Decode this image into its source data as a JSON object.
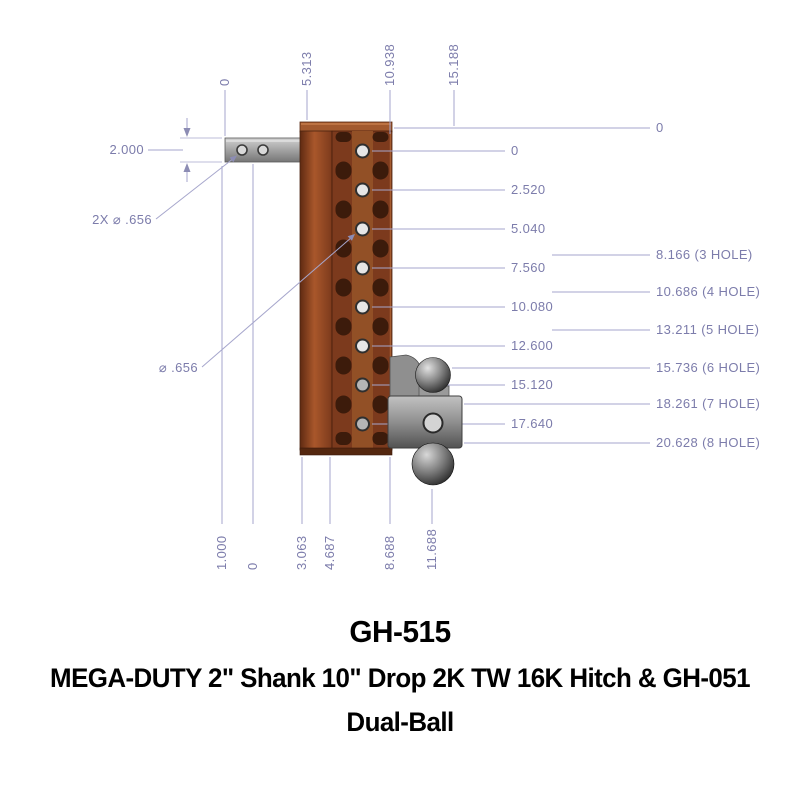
{
  "product": {
    "model": "GH-515",
    "description_line1": "MEGA-DUTY 2\" Shank 10\" Drop 2K TW 16K Hitch & GH-051",
    "description_line2": "Dual-Ball"
  },
  "dimensions": {
    "top_ordinates": [
      "0",
      "5.313",
      "10.938",
      "15.188"
    ],
    "bottom_ordinates": [
      "1.000",
      "0",
      "3.063",
      "4.687",
      "8.688",
      "11.688"
    ],
    "shank_height": "2.000",
    "shank_hole_diameter": "2X ⌀ .656",
    "bar_hole_diameter": "⌀ .656",
    "hole_ordinates": [
      "0",
      "2.520",
      "5.040",
      "7.560",
      "10.080",
      "12.600",
      "15.120",
      "17.640"
    ],
    "top_reference": "0",
    "drop_positions": [
      "8.166 (3 HOLE)",
      "10.686 (4 HOLE)",
      "13.211 (5 HOLE)",
      "15.736 (6 HOLE)",
      "18.261 (7 HOLE)",
      "20.628 (8 HOLE)"
    ]
  },
  "colors": {
    "dimension_text": "#7c7cab",
    "dimension_line": "#a6a6cc",
    "bar_brown": "#7c3a1d",
    "shank_gray": "#a3a3a3",
    "ball_dark": "#1c1c1c"
  }
}
